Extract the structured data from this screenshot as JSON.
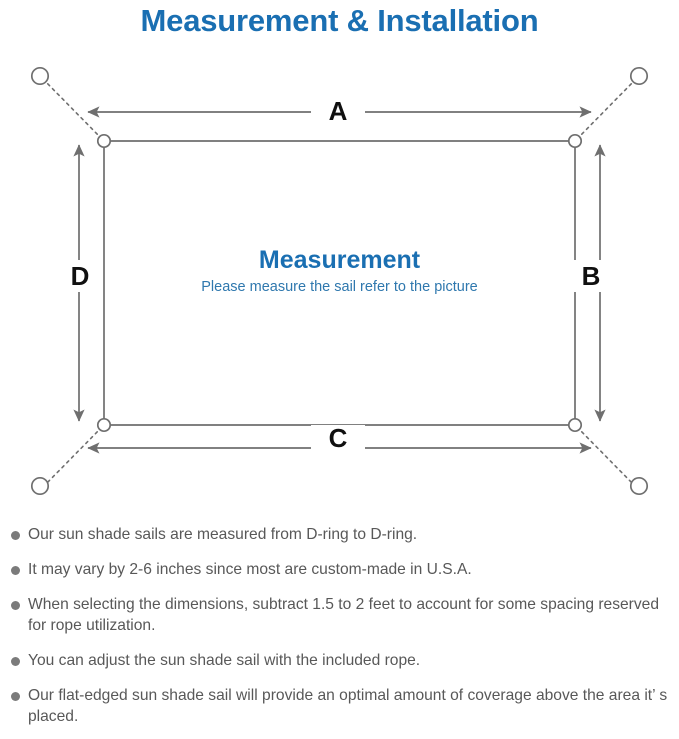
{
  "title": "Measurement & Installation",
  "diagram": {
    "center_heading": "Measurement",
    "center_subtitle": "Please measure the sail refer to the picture",
    "dimension_labels": {
      "top": "A",
      "right": "B",
      "bottom": "C",
      "left": "D"
    },
    "elements": {
      "anchor_point": "anchor-circle",
      "d_ring": "d-ring",
      "rope": "dotted-rope-line",
      "dimension_arrow": "double-headed-arrow",
      "sail": "shade-sail-rectangle"
    }
  },
  "colors": {
    "title_blue": "#1a6fb2",
    "subtitle_blue": "#2f78ae",
    "line_gray": "#6f6f6f",
    "text_gray": "#585858",
    "bullet_gray": "#7b7b7b",
    "label_black": "#101010"
  },
  "notes": [
    "Our sun shade sails are measured from D-ring to D-ring.",
    "It may vary by 2-6 inches since most are custom-made in U.S.A.",
    "When selecting the dimensions, subtract 1.5 to 2 feet to account for some spacing reserved for rope utilization.",
    "You can adjust the sun shade sail with the included rope.",
    "Our flat-edged sun shade sail will provide an optimal amount of coverage above the area it’ s placed."
  ]
}
